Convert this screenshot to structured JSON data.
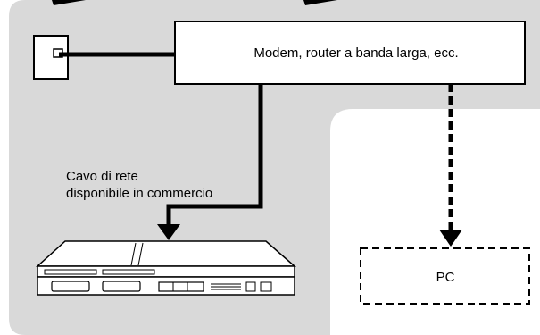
{
  "diagram": {
    "modem_label": "Modem, router a banda larga, ecc.",
    "pc_label": "PC",
    "cable_caption_line1": "Cavo di rete",
    "cable_caption_line2": "disponibile in commercio"
  },
  "colors": {
    "background_panel": "#d9d9d9",
    "line": "#000000",
    "box_fill": "#ffffff"
  }
}
